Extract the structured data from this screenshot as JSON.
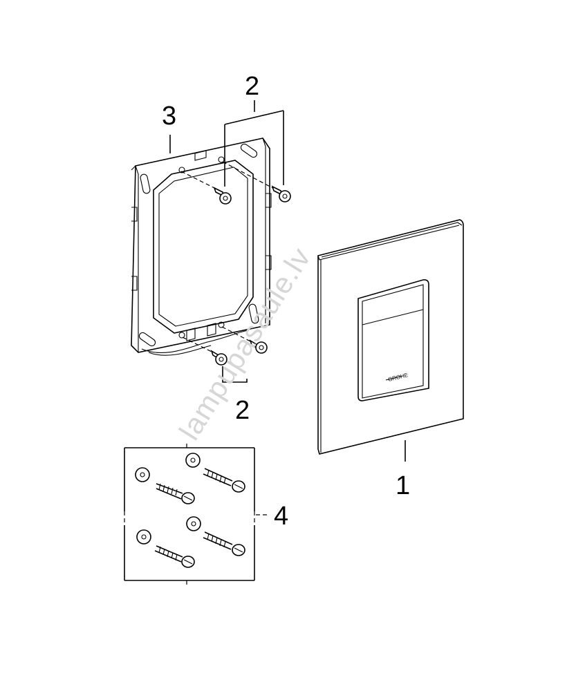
{
  "labels": {
    "part_1": "1",
    "part_2_top": "2",
    "part_2_bottom": "2",
    "part_3": "3",
    "part_4": "4"
  },
  "watermark": "lampupasaule.lv",
  "colors": {
    "line": "#000000",
    "background": "#ffffff",
    "watermark": "#d6d6d6"
  }
}
